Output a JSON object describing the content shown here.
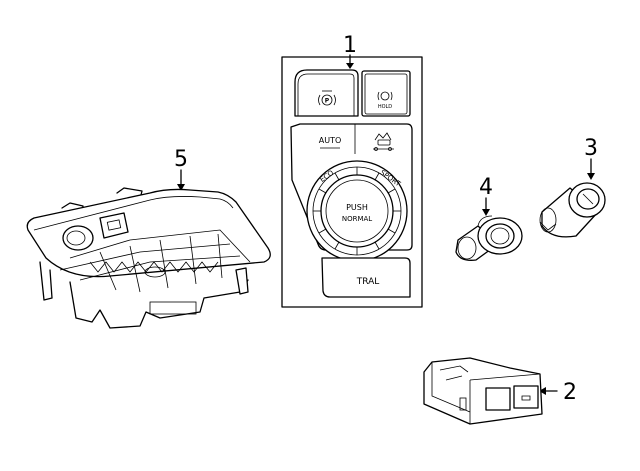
{
  "callouts": [
    {
      "id": "1"
    },
    {
      "id": "2"
    },
    {
      "id": "3"
    },
    {
      "id": "4"
    },
    {
      "id": "5"
    }
  ],
  "panel_labels": {
    "auto": "AUTO",
    "hold": "HOLD",
    "push": "PUSH",
    "normal": "NORMAL",
    "eco": "ECO",
    "sport": "SPORT",
    "trail": "TRAL"
  },
  "icons": [
    "parking-brake-icon",
    "brake-hold-icon",
    "hill-descent-icon"
  ]
}
